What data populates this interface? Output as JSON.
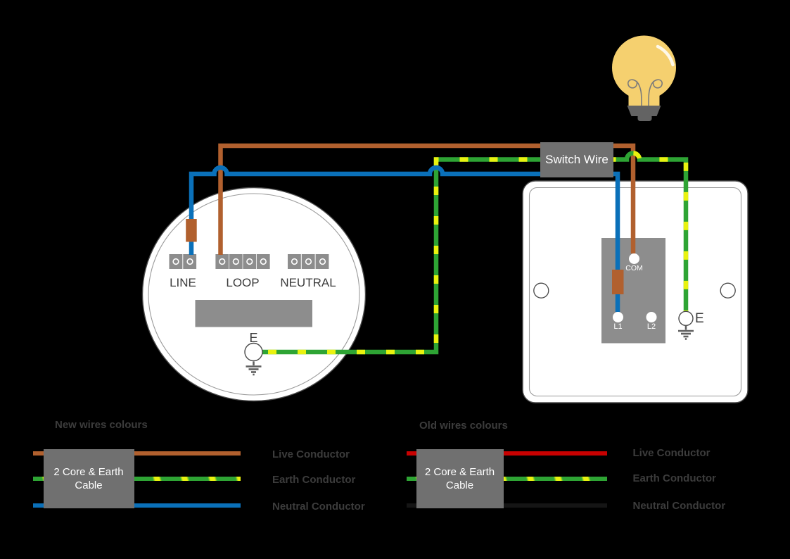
{
  "colors": {
    "background": "#000000",
    "wire_live_new": "#B1602E",
    "wire_neutral_new": "#0A70B9",
    "wire_earth_green": "#2EA434",
    "wire_earth_yellow": "#E9F20F",
    "wire_live_old": "#C80101",
    "wire_neutral_old": "#151515",
    "label_box_gray": "#707070",
    "component_gray": "#8D8D8D",
    "outline_gray": "#4A4A4A",
    "inner_line_gray": "#9A9A9A",
    "text_dark": "#3C3C3C",
    "text_white": "#FFFFFF",
    "bulb_glass": "#F5D06F",
    "bulb_base": "#636363",
    "bulb_filament": "#7B7B7B",
    "earth_symbol_gray": "#5F5F5F"
  },
  "ceiling_rose": {
    "line_label": "LINE",
    "loop_label": "LOOP",
    "neutral_label": "NEUTRAL",
    "earth_label": "E"
  },
  "light_switch": {
    "switch_wire_label": "Switch Wire",
    "com_label": "COM",
    "l1_label": "L1",
    "l2_label": "L2",
    "earth_label": "E"
  },
  "legend_new": {
    "title": "New wires colours",
    "cable_label": "2 Core & Earth Cable",
    "live_label": "Live Conductor",
    "earth_label": "Earth Conductor",
    "neutral_label": "Neutral Conductor"
  },
  "legend_old": {
    "title": "Old wires colours",
    "cable_label": "2 Core & Earth Cable",
    "live_label": "Live Conductor",
    "earth_label": "Earth Conductor",
    "neutral_label": "Neutral Conductor"
  }
}
